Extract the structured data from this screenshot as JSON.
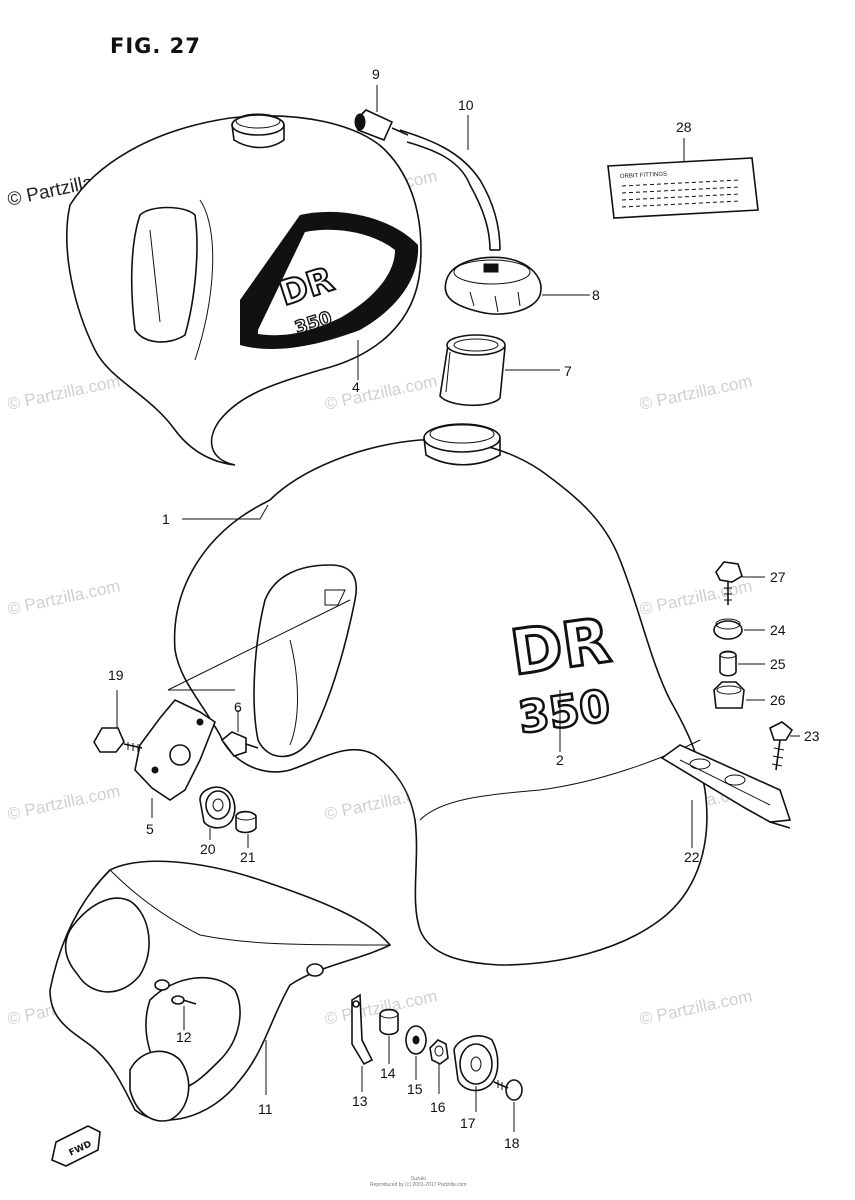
{
  "figure": {
    "title": "FIG. 27"
  },
  "watermark": {
    "text": "© Partzilla.com"
  },
  "label_sticker": {
    "text": "ORBIT FITTINGS"
  },
  "decal": {
    "small_top": "DR",
    "small_num": "350",
    "main_top": "DR",
    "main_num": "350"
  },
  "front_marker": {
    "text": "FWD"
  },
  "footer": {
    "line1": "Suzuki",
    "line2": "Reproduced by (c) 2001-2017 Partzilla.com"
  },
  "parts": [
    {
      "num": "1"
    },
    {
      "num": "2"
    },
    {
      "num": "4"
    },
    {
      "num": "5"
    },
    {
      "num": "6"
    },
    {
      "num": "7"
    },
    {
      "num": "8"
    },
    {
      "num": "9"
    },
    {
      "num": "10"
    },
    {
      "num": "11"
    },
    {
      "num": "12"
    },
    {
      "num": "13"
    },
    {
      "num": "14"
    },
    {
      "num": "15"
    },
    {
      "num": "16"
    },
    {
      "num": "17"
    },
    {
      "num": "18"
    },
    {
      "num": "19"
    },
    {
      "num": "20"
    },
    {
      "num": "21"
    },
    {
      "num": "22"
    },
    {
      "num": "23"
    },
    {
      "num": "24"
    },
    {
      "num": "25"
    },
    {
      "num": "26"
    },
    {
      "num": "27"
    },
    {
      "num": "28"
    }
  ]
}
